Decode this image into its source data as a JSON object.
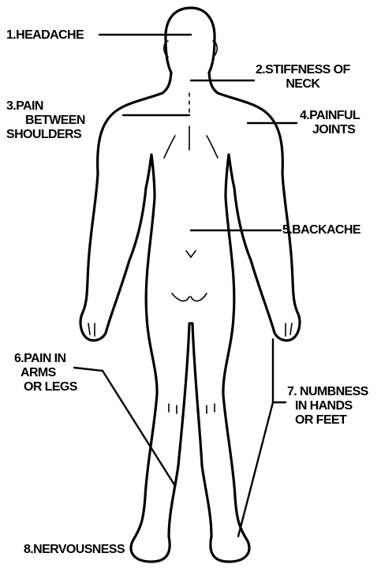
{
  "labels": {
    "headache": "1.HEADACHE",
    "stiffness_line1": "2.STIFFNESS OF",
    "stiffness_line2": "NECK",
    "pain_between_line1": "3.PAIN",
    "pain_between_line2": "BETWEEN",
    "pain_between_line3": "SHOULDERS",
    "painful_joints_line1": "4.PAINFUL",
    "painful_joints_line2": "JOINTS",
    "backache": "5.BACKACHE",
    "pain_arms_line1": "6.PAIN IN",
    "pain_arms_line2": "ARMS",
    "pain_arms_line3": "OR LEGS",
    "numbness_line1": "7. NUMBNESS",
    "numbness_line2": "IN HANDS",
    "numbness_line3": "OR FEET",
    "nervousness": "8.NERVOUSNESS"
  }
}
